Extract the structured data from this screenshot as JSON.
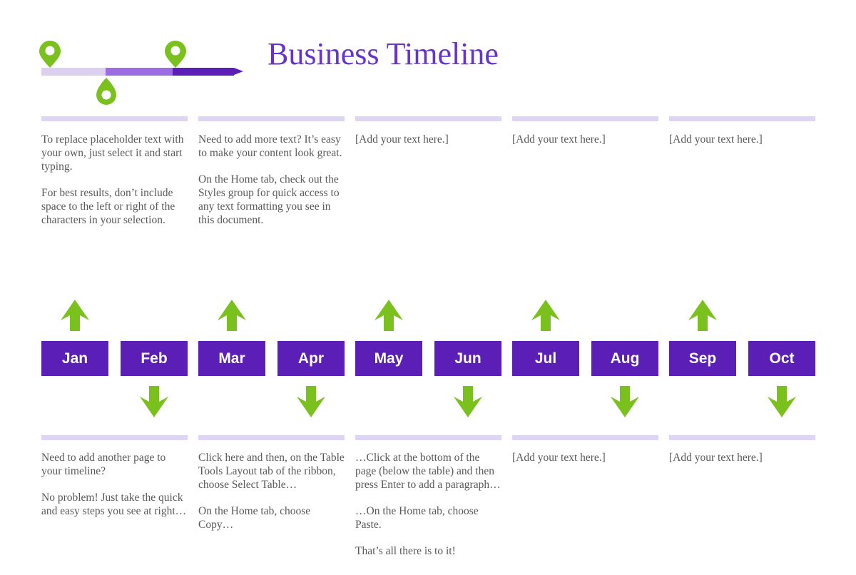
{
  "page": {
    "title": "Business Timeline"
  },
  "colors": {
    "title_purple": "#6733CF",
    "dark_purple": "#5B1FB8",
    "medium_purple": "#9C6CE2",
    "pale_purple": "#DCD0F1",
    "divider_lavender": "#DED4F3",
    "accent_green": "#7AC11E",
    "body_text_gray": "#595959",
    "month_label_white": "#FFFFFF"
  },
  "icons": {
    "header_pins": [
      "map-pin-icon",
      "map-pin-icon"
    ],
    "header_drop": "teardrop-pin-icon",
    "bar_arrowhead": "arrowhead-icon",
    "timeline_up": "up-arrow-icon",
    "timeline_down": "down-arrow-icon"
  },
  "top_sections": [
    {
      "paragraphs": [
        "To replace placeholder text with your own, just select it and start typing.",
        "For best results, don’t include space to the left or right of the characters in your selection."
      ]
    },
    {
      "paragraphs": [
        "Need to add more text? It’s easy to make your content look great.",
        "On the Home tab, check out the Styles group for quick access to any text formatting you see in this document."
      ]
    },
    {
      "paragraphs": [
        "[Add your text here.]"
      ]
    },
    {
      "paragraphs": [
        "[Add your text here.]"
      ]
    },
    {
      "paragraphs": [
        "[Add your text here.]"
      ]
    }
  ],
  "months": [
    "Jan",
    "Feb",
    "Mar",
    "Apr",
    "May",
    "Jun",
    "Jul",
    "Aug",
    "Sep",
    "Oct"
  ],
  "bottom_sections": [
    {
      "paragraphs": [
        "Need to add another page to your timeline?",
        "No problem! Just take the quick and easy steps you see at right…"
      ]
    },
    {
      "paragraphs": [
        "Click here and then, on the Table Tools Layout tab of the ribbon, choose Select Table…",
        "On the Home tab, choose Copy…"
      ]
    },
    {
      "paragraphs": [
        "…Click at the bottom of the page (below the table) and then press Enter to add a paragraph…",
        "…On the Home tab, choose Paste.",
        "That’s all there is to it!"
      ]
    },
    {
      "paragraphs": [
        "[Add your text here.]"
      ]
    },
    {
      "paragraphs": [
        "[Add your text here.]"
      ]
    }
  ]
}
